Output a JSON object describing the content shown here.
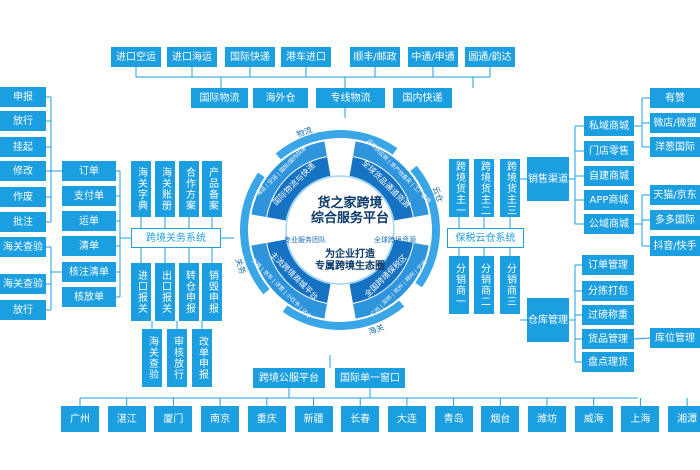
{
  "center": {
    "title_line1": "货之家跨境",
    "title_line2": "综合服务平台",
    "sub_left": "专业服务团队",
    "sub_right": "全球跨境资源",
    "bottom_line1": "为企业打造",
    "bottom_line2": "专属跨境生态圈",
    "tag_tl": "国际物流与快递",
    "tag_tr": "全球货品通道资源",
    "tag_bl": "主流跨境商城平台",
    "tag_br": "全国跨境保税区",
    "ring_tl": "海运 | 空运 | 国际/国内快递",
    "ring_tr": "品牌供应商 | 原产地直采 | 工厂直供",
    "ring_bl": "天猫 | 京东 | 洋葱 | 小红书 | 达令",
    "ring_br": "广州 | 深圳 | 杭州 | 郑州 | 宁波",
    "arrow_logistics": "物流",
    "arrow_warehouse": "云仓",
    "arrow_customs": "海关",
    "arrow_business": "关务"
  },
  "top_row": [
    "进口空运",
    "进口海运",
    "国际快递",
    "港车进口",
    "顺丰/邮政",
    "中通/申通",
    "圆通/韵达"
  ],
  "top_bar": [
    "国际物流",
    "海外仓",
    "专线物流",
    "国内快递"
  ],
  "left_outer": [
    "申报",
    "放行",
    "挂起",
    "修改",
    "作废",
    "批注",
    "海关查验",
    "海关查验",
    "放行"
  ],
  "left_mid": [
    "订单",
    "支付单",
    "运单",
    "清单",
    "核注清单",
    "核放单"
  ],
  "left_top_v": [
    "海关字典",
    "海关账册",
    "合作方案",
    "产品备案"
  ],
  "customs_system": "跨境关务系统",
  "left_bottom_v": [
    "进口报关",
    "出口报关",
    "转仓申报",
    "销毁申报"
  ],
  "left_bottom2_v": [
    "海关查验",
    "审核放行",
    "改单申报"
  ],
  "right_top_v": [
    "跨境货主一",
    "跨境货主二",
    "跨境货主三"
  ],
  "sales_channel": "销售渠道",
  "cloud_system": "保税云仓系统",
  "right_bottom_v": [
    "分销商一",
    "分销商二",
    "分销商三"
  ],
  "warehouse_mgmt": "仓库管理",
  "right_channels": [
    "私域商城",
    "门店零售",
    "自建商城",
    "APP商城",
    "公域商城"
  ],
  "right_channel_items": [
    "有赞",
    "微店/微盟",
    "洋葱国际",
    "天猫/京东",
    "多多国际",
    "抖音/快手"
  ],
  "right_warehouse": [
    "订单管理",
    "分拣打包",
    "过磅称重",
    "货品管理",
    "盘点理货"
  ],
  "inventory_mgmt": "库位管理",
  "bottom_bar": [
    "跨境公服平台",
    "国际单一窗口"
  ],
  "cities": [
    "广州",
    "湛江",
    "厦门",
    "南京",
    "重庆",
    "新疆",
    "长春",
    "大连",
    "青岛",
    "烟台",
    "潍坊",
    "威海",
    "上海",
    "湘潭"
  ]
}
